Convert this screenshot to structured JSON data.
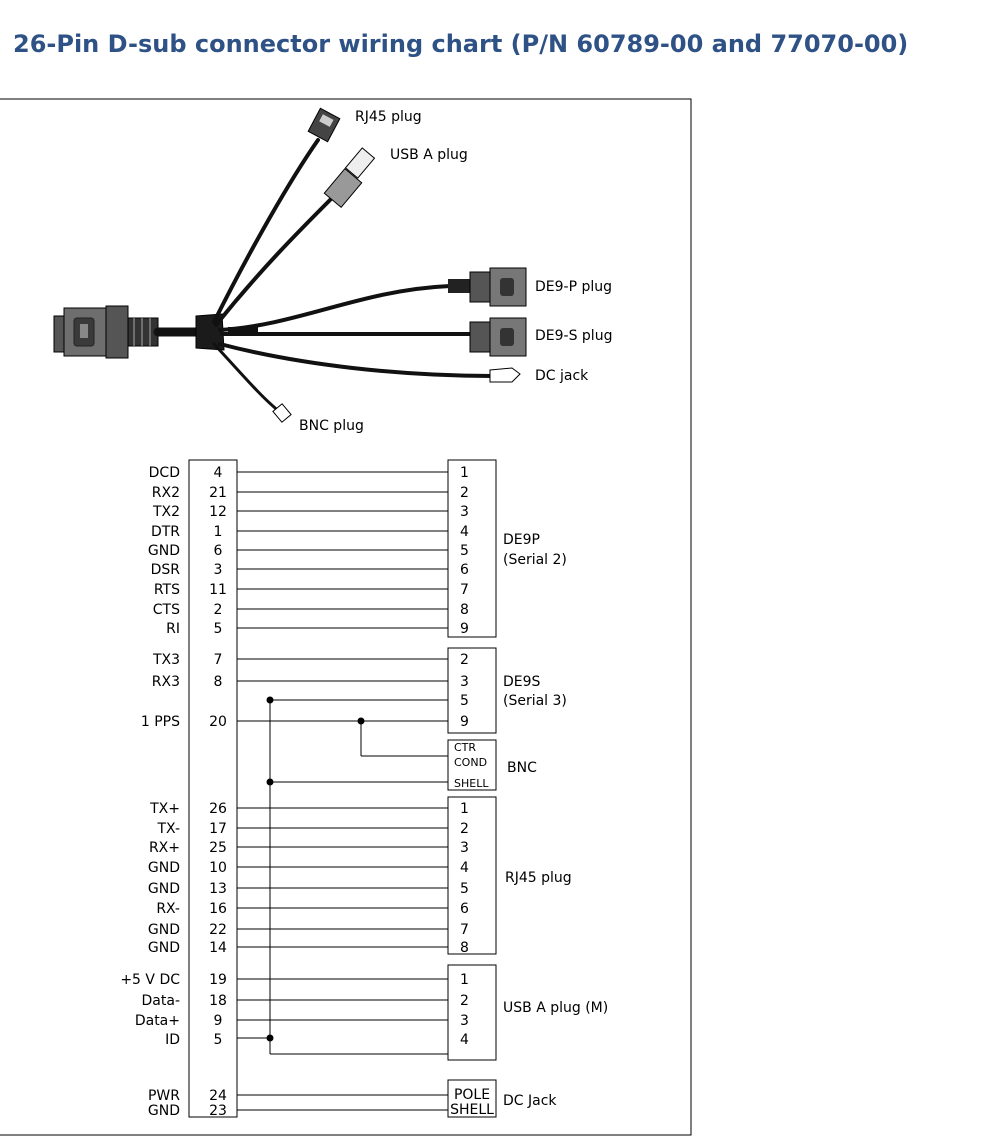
{
  "title": "26-Pin D-sub connector wiring chart (P/N 60789-00 and 77070-00)",
  "cable_labels": {
    "rj45": "RJ45 plug",
    "usb": "USB A plug",
    "de9p": "DE9-P plug",
    "de9s": "DE9-S plug",
    "dc": "DC jack",
    "bnc": "BNC plug"
  },
  "connector_labels": {
    "de9p_name": "DE9P",
    "de9p_sub": "(Serial 2)",
    "de9s_name": "DE9S",
    "de9s_sub": "(Serial 3)",
    "bnc": "BNC",
    "rj45": "RJ45 plug",
    "usb": "USB A plug (M)",
    "dc": "DC Jack"
  },
  "wiring": [
    {
      "signal": "DCD",
      "pin": "4",
      "dest": "1"
    },
    {
      "signal": "RX2",
      "pin": "21",
      "dest": "2"
    },
    {
      "signal": "TX2",
      "pin": "12",
      "dest": "3"
    },
    {
      "signal": "DTR",
      "pin": "1",
      "dest": "4"
    },
    {
      "signal": "GND",
      "pin": "6",
      "dest": "5"
    },
    {
      "signal": "DSR",
      "pin": "3",
      "dest": "6"
    },
    {
      "signal": "RTS",
      "pin": "11",
      "dest": "7"
    },
    {
      "signal": "CTS",
      "pin": "2",
      "dest": "8"
    },
    {
      "signal": "RI",
      "pin": "5",
      "dest": "9"
    },
    {
      "signal": "TX3",
      "pin": "7",
      "dest": "2"
    },
    {
      "signal": "RX3",
      "pin": "8",
      "dest": "3"
    },
    {
      "signal": "",
      "pin": "",
      "dest": "5"
    },
    {
      "signal": "1 PPS",
      "pin": "20",
      "dest": "9"
    },
    {
      "signal": "",
      "pin": "",
      "dest": "CTR COND"
    },
    {
      "signal": "",
      "pin": "",
      "dest": "SHELL"
    },
    {
      "signal": "TX+",
      "pin": "26",
      "dest": "1"
    },
    {
      "signal": "TX-",
      "pin": "17",
      "dest": "2"
    },
    {
      "signal": "RX+",
      "pin": "25",
      "dest": "3"
    },
    {
      "signal": "GND",
      "pin": "10",
      "dest": "4"
    },
    {
      "signal": "GND",
      "pin": "13",
      "dest": "5"
    },
    {
      "signal": "RX-",
      "pin": "16",
      "dest": "6"
    },
    {
      "signal": "GND",
      "pin": "22",
      "dest": "7"
    },
    {
      "signal": "GND",
      "pin": "14",
      "dest": "8"
    },
    {
      "signal": "+5 V DC",
      "pin": "19",
      "dest": "1"
    },
    {
      "signal": "Data-",
      "pin": "18",
      "dest": "2"
    },
    {
      "signal": "Data+",
      "pin": "9",
      "dest": "3"
    },
    {
      "signal": "ID",
      "pin": "5",
      "dest": "4"
    },
    {
      "signal": "PWR",
      "pin": "24",
      "dest": "POLE"
    },
    {
      "signal": "GND",
      "pin": "23",
      "dest": "SHELL"
    }
  ]
}
